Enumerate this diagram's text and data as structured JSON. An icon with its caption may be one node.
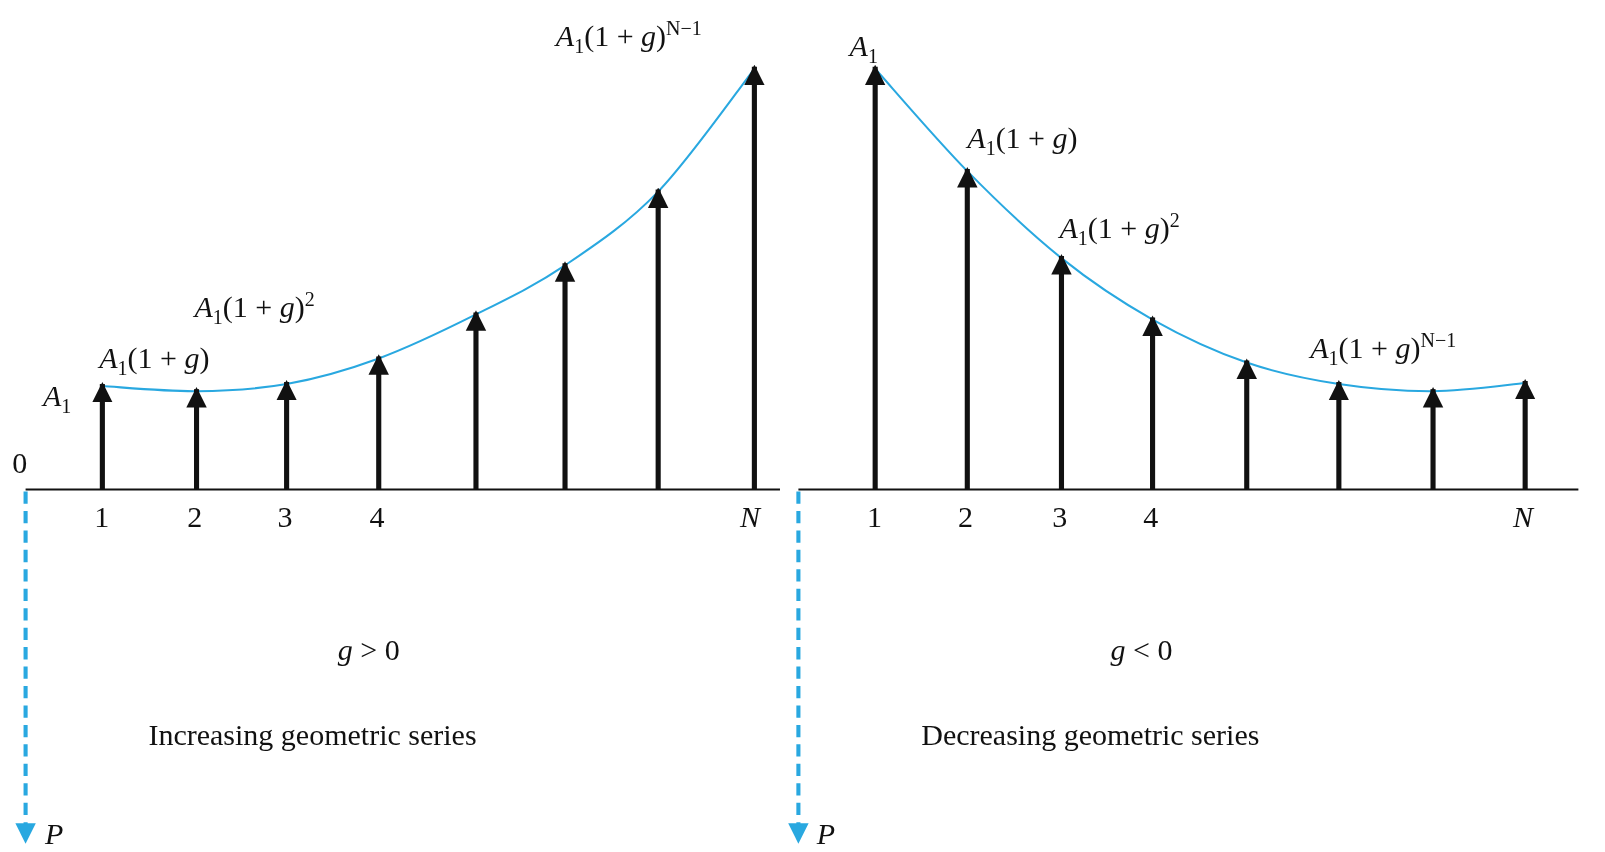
{
  "diagram": {
    "labels": [
      "*A*$_{1}$(1 + *g*)$^{N−1}$",
      "*A*$_{1}$",
      "*A*$_{1}$(1 + *g*)",
      "*A*$_{1}$(1 + *g*)$^{2}$",
      "*A*$_{1}$(1 + *g*)$^{2}$",
      "*A*$_{1}$(1 + *g*)",
      "*A*$_{1}$(1 + *g*)$^{N−1}$",
      "*A*$_{1}$",
      "0",
      "1",
      "2",
      "3",
      "4",
      "N",
      "1",
      "2",
      "3",
      "4",
      "N",
      "*g* > 0",
      "*g* < 0",
      "Increasing geometric series",
      "Decreasing geometric series",
      "P",
      "P"
    ]
  }
}
